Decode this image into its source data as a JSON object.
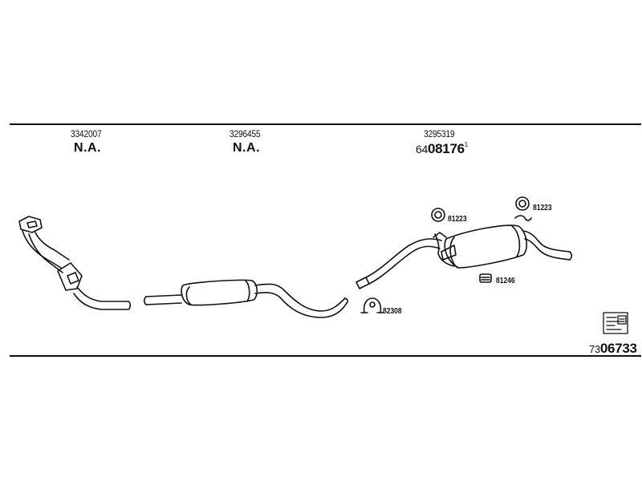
{
  "sections": [
    {
      "ref": "3342007",
      "status": "N.A."
    },
    {
      "ref": "3296455",
      "status": "N.A."
    },
    {
      "ref": "3295319",
      "part_prefix": "64",
      "part_main": "08176",
      "part_mark": "1"
    }
  ],
  "callouts": {
    "ring_top": "81223",
    "ring_right": "81223",
    "mount": "81246",
    "clamp": "82308"
  },
  "sheet": {
    "prefix": "73",
    "main": "06733"
  },
  "icons": [
    "catalog-book-icon"
  ]
}
